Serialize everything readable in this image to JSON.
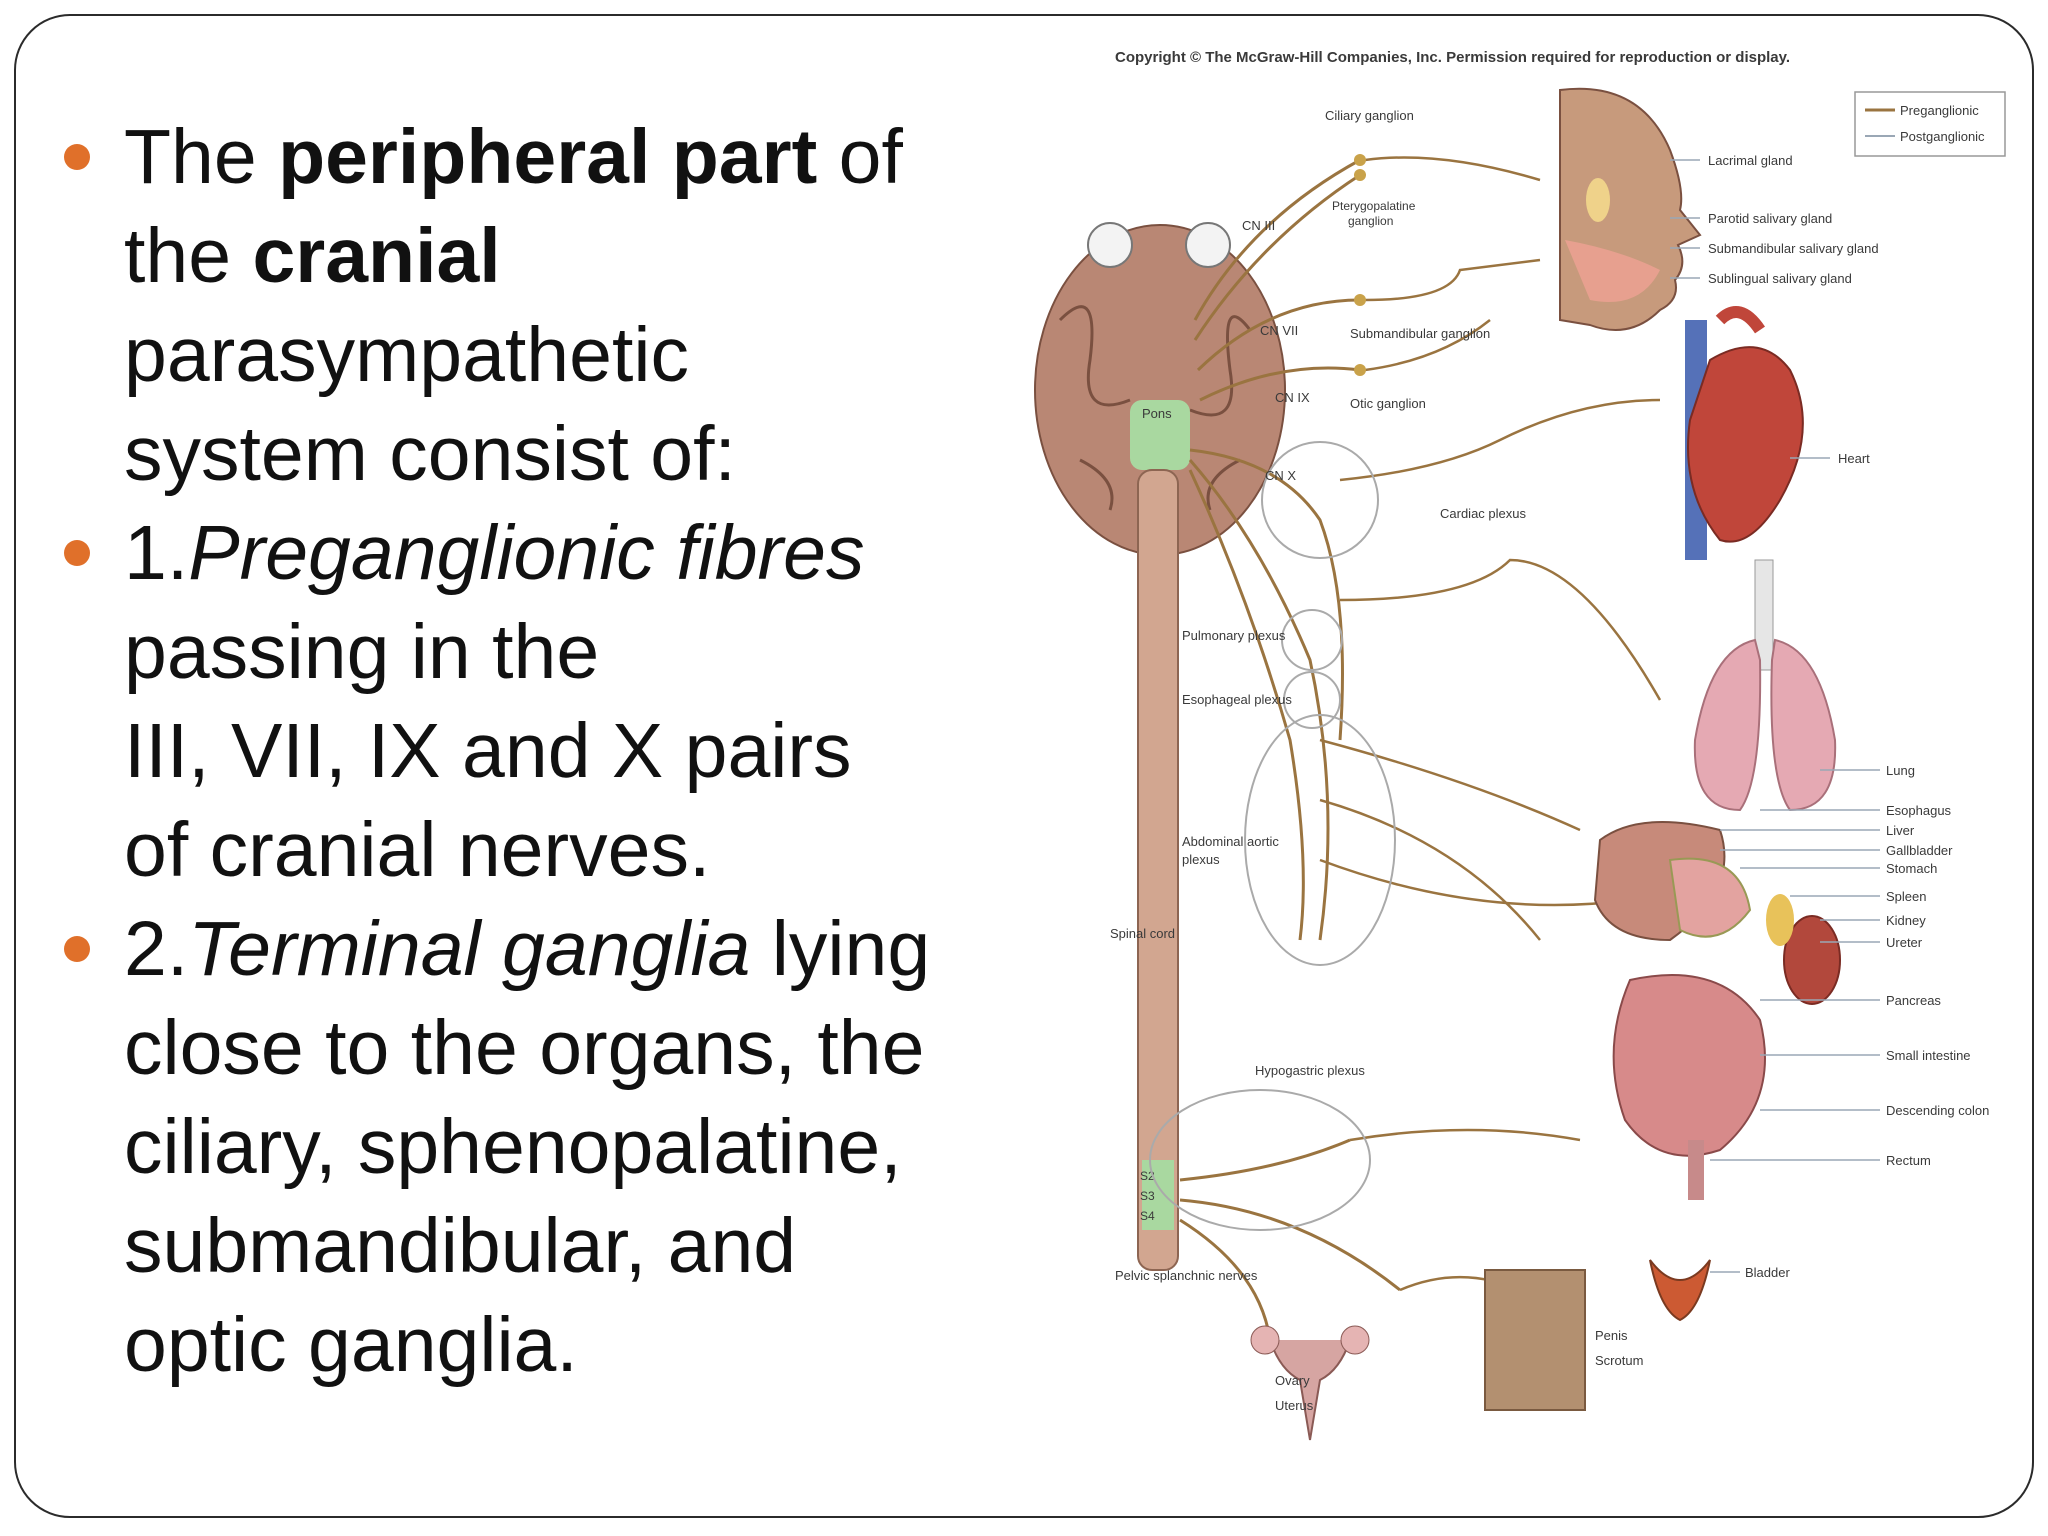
{
  "bullets": [
    {
      "segments": [
        {
          "text": "The ",
          "style": "normal"
        },
        {
          "text": "peripheral part",
          "style": "bold"
        },
        {
          "text": " of",
          "style": "normal"
        }
      ],
      "lines": [
        "the ",
        "cranial",
        "parasympathetic",
        "system consist of:"
      ]
    },
    {
      "number": "1.",
      "italic": "Preganglionic fibres",
      "lines": [
        "passing in the",
        "III, VII, IX and X pairs",
        "of cranial nerves."
      ]
    },
    {
      "number": "2.",
      "italic": "Terminal ganglia",
      "after_italic": " lying",
      "lines": [
        "close to the organs, the",
        "ciliary, sphenopalatine,",
        "submandibular, and",
        "optic ganglia."
      ]
    }
  ],
  "figure": {
    "copyright": "Copyright © The McGraw-Hill Companies, Inc. Permission required for reproduction or display.",
    "legend": {
      "pre": "Preganglionic",
      "post": "Postganglionic"
    },
    "colors": {
      "preganglionic": "#9a7440",
      "postganglionic": "#9aa7b5",
      "bullet": "#e0702a"
    },
    "labels": {
      "ciliary": "Ciliary ganglion",
      "pterygo1": "Pterygopalatine",
      "pterygo2": "ganglion",
      "cn3": "CN III",
      "cn7": "CN VII",
      "cn9": "CN IX",
      "cn10": "CN X",
      "submand": "Submandibular ganglion",
      "otic": "Otic ganglion",
      "pons": "Pons",
      "lacrimal": "Lacrimal gland",
      "parotid": "Parotid salivary gland",
      "submandsal": "Submandibular salivary gland",
      "sublingual": "Sublingual salivary gland",
      "heart": "Heart",
      "cardiac": "Cardiac plexus",
      "pulmonary": "Pulmonary plexus",
      "esophageal": "Esophageal plexus",
      "abdominal1": "Abdominal aortic",
      "abdominal2": "plexus",
      "spinal": "Spinal cord",
      "lung": "Lung",
      "esophagus": "Esophagus",
      "liver": "Liver",
      "gallbladder": "Gallbladder",
      "stomach": "Stomach",
      "spleen": "Spleen",
      "kidney": "Kidney",
      "ureter": "Ureter",
      "pancreas": "Pancreas",
      "smallint": "Small intestine",
      "desccolon": "Descending colon",
      "rectum": "Rectum",
      "hypogastric": "Hypogastric plexus",
      "s2": "S2",
      "s3": "S3",
      "s4": "S4",
      "pelvic": "Pelvic splanchnic nerves",
      "bladder": "Bladder",
      "penis": "Penis",
      "scrotum": "Scrotum",
      "ovary": "Ovary",
      "uterus": "Uterus"
    }
  }
}
